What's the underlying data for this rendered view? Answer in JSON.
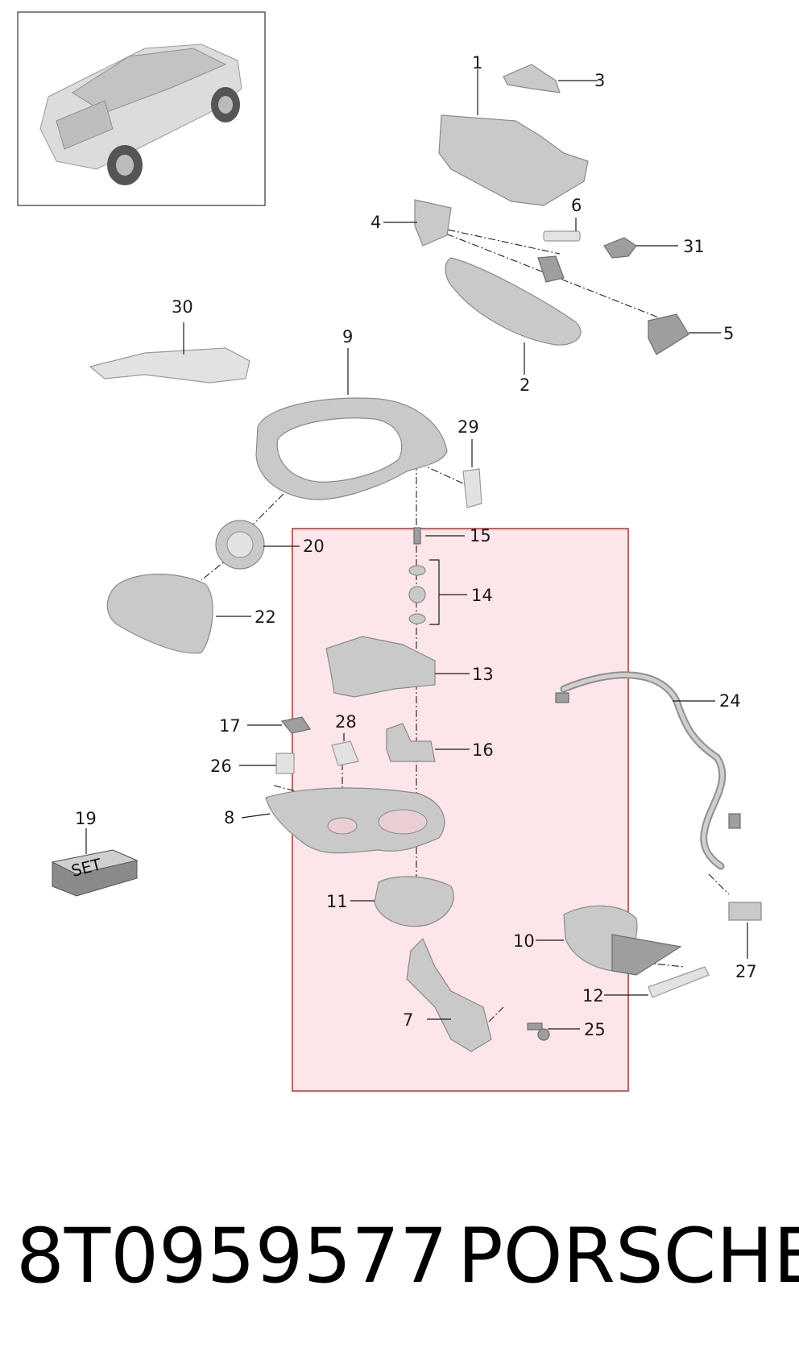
{
  "diagram": {
    "callouts": {
      "c1": "1",
      "c2": "2",
      "c3": "3",
      "c4": "4",
      "c5": "5",
      "c6": "6",
      "c7": "7",
      "c8": "8",
      "c9": "9",
      "c10": "10",
      "c11": "11",
      "c12": "12",
      "c13": "13",
      "c14": "14",
      "c15": "15",
      "c16": "16",
      "c17": "17",
      "c19": "19",
      "c20": "20",
      "c22": "22",
      "c24": "24",
      "c25": "25",
      "c26": "26",
      "c27": "27",
      "c28": "28",
      "c29": "29",
      "c30": "30",
      "c31": "31"
    },
    "set_box_label": "SET",
    "highlight_color": "#e03030",
    "highlight_fill": "#fde6ea",
    "part_color": "#c9c9c9"
  },
  "caption": {
    "part_number": "8T0959577",
    "brand": "PORSCHE"
  }
}
